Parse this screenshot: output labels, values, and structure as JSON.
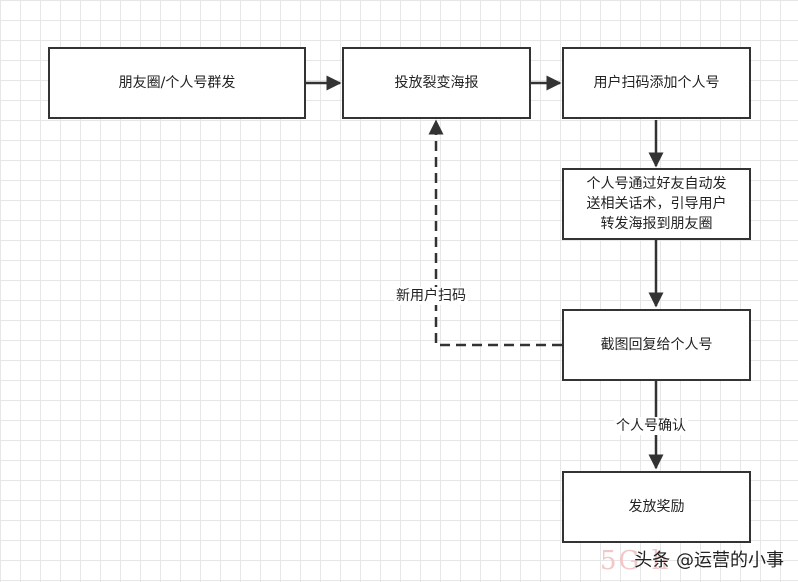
{
  "nodes": {
    "moments": "朋友圈/个人号群发",
    "poster": "投放裂变海报",
    "scan_add": "用户扫码添加个人号",
    "auto_send": [
      "个人号通过好友自动发",
      "送相关话术，引导用户",
      "转发海报到朋友圈"
    ],
    "screenshot_reply": "截图回复给个人号",
    "reward": "发放奖励"
  },
  "edges": {
    "new_user_scan": "新用户扫码",
    "personal_confirm": "个人号确认"
  },
  "watermark": "头条 @运营的小事",
  "watermark_ghost": "5G h",
  "colors": {
    "stroke": "#333333",
    "grid": "#e6e6e6"
  }
}
